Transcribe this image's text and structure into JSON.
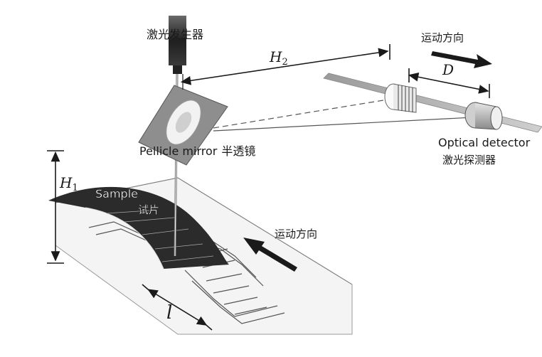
{
  "labels": {
    "laser_generator": "激光发生器",
    "motion_top": "运动方向",
    "motion_mid": "运动方向",
    "h2": "H",
    "h2_sub": "2",
    "d": "D",
    "h1": "H",
    "h1_sub": "1",
    "l": "l",
    "pellicle_mirror": "Pellicle mirror",
    "pellicle_mirror_cn": "半透镜",
    "sample": "Sample",
    "sample_cn": "试片",
    "optical_detector": "Optical detector",
    "optical_detector_cn": "激光探测器"
  },
  "colors": {
    "ink": "#1a1a1a",
    "mirror": "#8e8e8e",
    "sample": "#2b2b2b",
    "rail": "#bdbdbd"
  }
}
